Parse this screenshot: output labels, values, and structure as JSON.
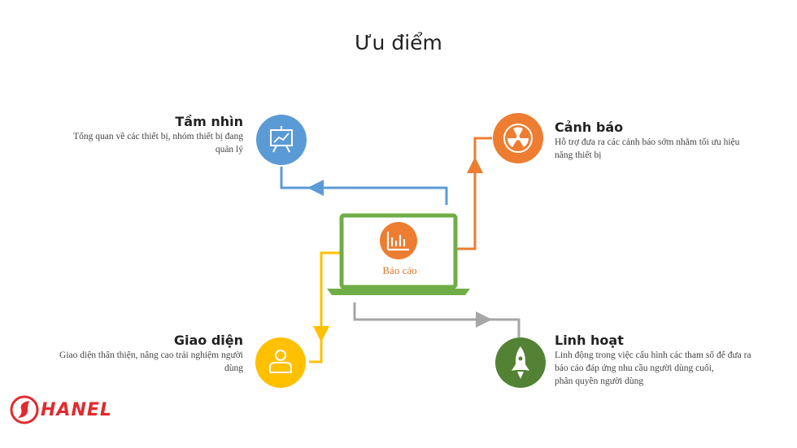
{
  "title": "Ưu điểm",
  "center": {
    "label": "Báo cáo",
    "icon": "bar-chart-icon"
  },
  "nodes": {
    "tam_nhin": {
      "heading": "Tầm nhìn",
      "desc": "Tổng quan về các thiết bị, nhóm thiết bị đang quản lý",
      "icon": "presentation-board-icon",
      "color": "#5B9BD5"
    },
    "canh_bao": {
      "heading": "Cảnh báo",
      "desc": "Hỗ trợ đưa ra các cảnh báo sớm nhằm tối ưu hiệu năng thiết bị",
      "icon": "radiation-icon",
      "color": "#ED7D31"
    },
    "giao_dien": {
      "heading": "Giao diện",
      "desc": "Giao diện thân thiện, nâng cao trải nghiệm người dùng",
      "icon": "user-icon",
      "color": "#FFC000"
    },
    "linh_hoat": {
      "heading": "Linh hoạt",
      "desc_line1": "Linh động trong việc cấu hình các tham số để đưa ra báo cáo đáp ứng nhu cầu người dùng cuối,",
      "desc_line2": "phân quyền người dùng",
      "icon": "rocket-icon",
      "color": "#548235"
    }
  },
  "laptop_color": "#70AD47",
  "arrow_gray": "#A6A6A6",
  "logo": {
    "text": "HANEL",
    "color": "#E22A2D"
  }
}
